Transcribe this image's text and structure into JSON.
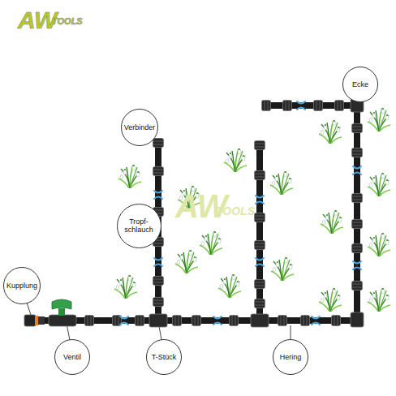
{
  "diagram": {
    "nodes": [
      {
        "text": [
          "Ecke"
        ]
      },
      {
        "text": [
          "Verbinder"
        ]
      },
      {
        "text": [
          "Tropf- schlauch"
        ]
      },
      {
        "text": [
          "Kupplung"
        ]
      },
      {
        "text": [
          "Ventil"
        ]
      },
      {
        "text": [
          "T-Stück"
        ]
      },
      {
        "text": [
          "Hering"
        ]
      }
    ],
    "labels": [
      "AW",
      "TOOLS",
      "AW",
      "TOOLS"
    ]
  }
}
